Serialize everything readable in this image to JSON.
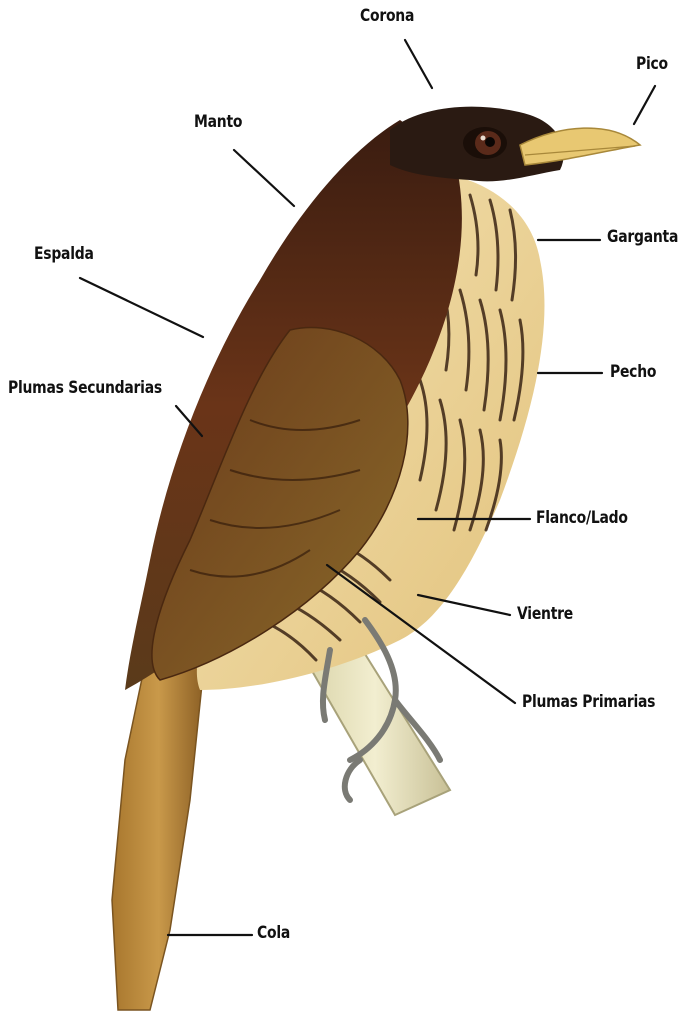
{
  "labels": {
    "corona": "Corona",
    "pico": "Pico",
    "manto": "Manto",
    "garganta": "Garganta",
    "espalda": "Espalda",
    "pecho": "Pecho",
    "plumas_secundarias": "Plumas Secundarias",
    "flanco_lado": "Flanco/Lado",
    "vientre": "Vientre",
    "plumas_primarias": "Plumas Primarias",
    "cola": "Cola"
  },
  "colors": {
    "label_text": "#111111",
    "leader_line": "#111111",
    "plumage_dark": "#2a1a12",
    "plumage_back": "#5a2a16",
    "plumage_wing": "#7a4a22",
    "underparts": "#f2ddaa",
    "streaks": "#3a2414",
    "tail": "#b98a3c",
    "beak": "#e8c872",
    "perch": "#e6e0b8",
    "feet": "#9a9a94"
  }
}
